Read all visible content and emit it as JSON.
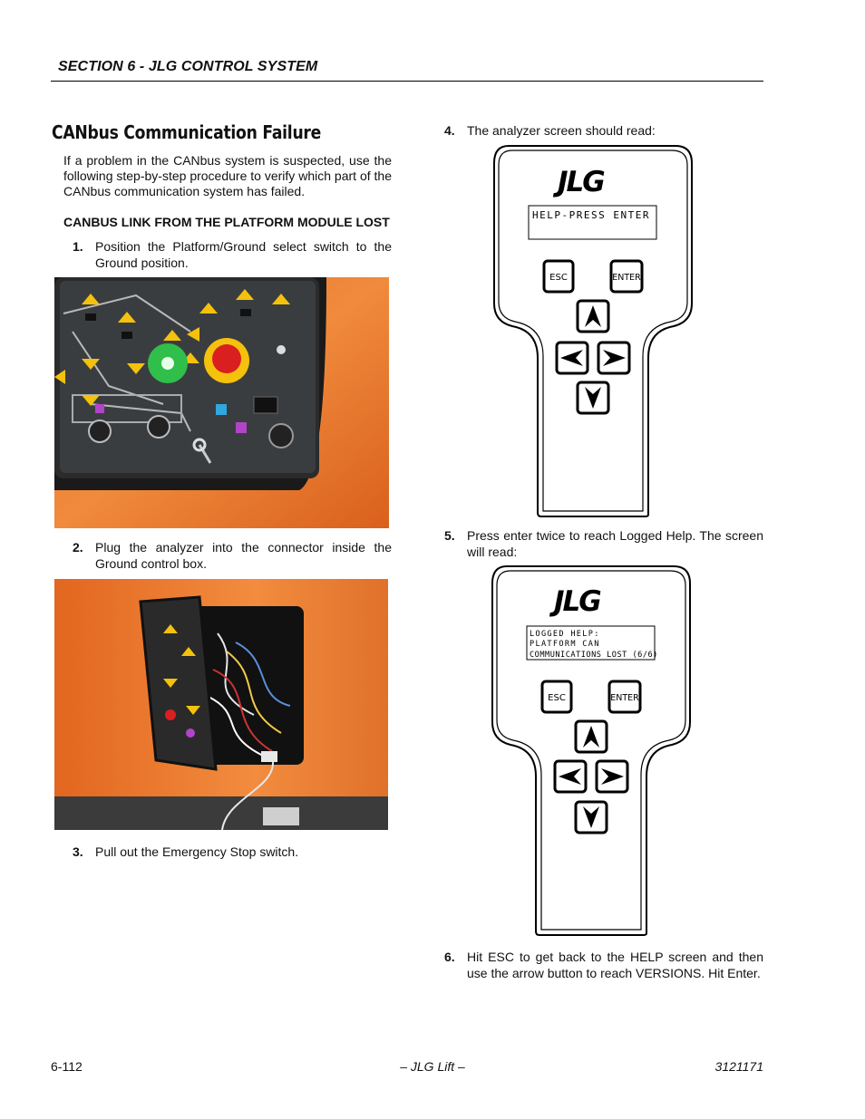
{
  "header": {
    "section": "SECTION 6 - JLG CONTROL SYSTEM"
  },
  "title": "CANbus Communication Failure",
  "intro": "If a problem in the CANbus system is suspected, use the following step-by-step procedure to verify which part of the CANbus communication system has failed.",
  "subheading": "CANBUS LINK FROM THE PLATFORM MODULE LOST",
  "steps": [
    {
      "num": "1.",
      "text": "Position the Platform/Ground select switch to the Ground position."
    },
    {
      "num": "2.",
      "text": "Plug the analyzer into the connector inside the Ground control box."
    },
    {
      "num": "3.",
      "text": "Pull out the Emergency Stop switch."
    },
    {
      "num": "4.",
      "text": "The analyzer screen should read:"
    },
    {
      "num": "5.",
      "text": "Press enter twice to reach Logged Help. The screen will read:"
    },
    {
      "num": "6.",
      "text": "Hit ESC to get back to the HELP screen and then use the arrow button to reach VERSIONS. Hit Enter."
    }
  ],
  "analyzer1": {
    "brand": "JLG",
    "screen_lines": [
      "HELP-PRESS ENTER"
    ],
    "esc_label": "ESC",
    "enter_label": "ENTER"
  },
  "analyzer2": {
    "brand": "JLG",
    "screen_lines": [
      "LOGGED HELP:",
      "PLATFORM CAN",
      "COMMUNICATIONS LOST (6/6)"
    ],
    "esc_label": "ESC",
    "enter_label": "ENTER"
  },
  "footer": {
    "page": "6-112",
    "center": "– JLG Lift –",
    "doc_number": "3121171"
  }
}
